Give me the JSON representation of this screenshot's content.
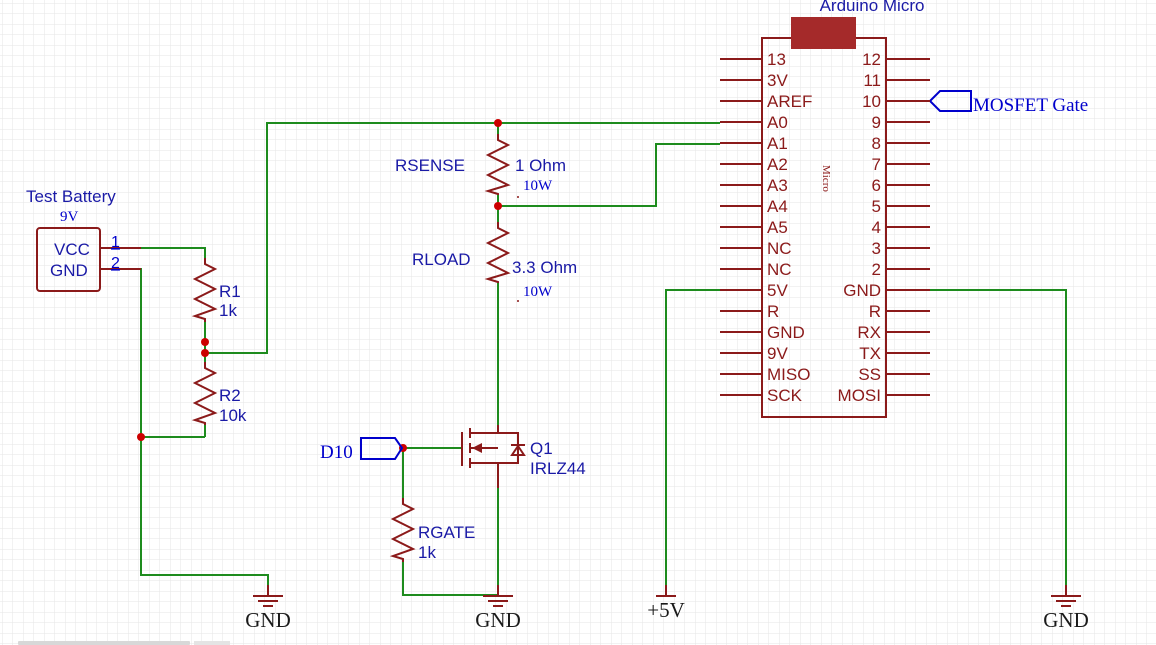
{
  "colors": {
    "background": "#ffffff",
    "grid": "#e4e4e4",
    "wire": "#1e8c1e",
    "component": "#8b1a1a",
    "junction": "#cc0000",
    "label_blue": "#1a1aa6",
    "net_blue": "#0000cc",
    "mcu_cap": "#a52a2a",
    "pin_text": "#8b1a1a"
  },
  "battery": {
    "ref": "Test Battery",
    "value": "9V",
    "pin1_name": "VCC",
    "pin2_name": "GND",
    "pin1_num": "1",
    "pin2_num": "2"
  },
  "resistors": {
    "r1": {
      "ref": "R1",
      "value": "1k"
    },
    "r2": {
      "ref": "R2",
      "value": "10k"
    },
    "rsense": {
      "ref": "RSENSE",
      "value": "1 Ohm",
      "power": "10W"
    },
    "rload": {
      "ref": "RLOAD",
      "value": "3.3 Ohm",
      "power": "10W"
    },
    "rgate": {
      "ref": "RGATE",
      "value": "1k"
    }
  },
  "mosfet": {
    "ref": "Q1",
    "value": "IRLZ44"
  },
  "ports": {
    "d10": "D10",
    "mosfet_gate": "MOSFET Gate"
  },
  "power": {
    "gnd_battery": "GND",
    "gnd_mosfet": "GND",
    "plus5v": "+5V",
    "gnd_mcu": "GND"
  },
  "mcu": {
    "title": "Arduino Micro",
    "body_text": "Micro",
    "left_pins": [
      "13",
      "3V",
      "AREF",
      "A0",
      "A1",
      "A2",
      "A3",
      "A4",
      "A5",
      "NC",
      "NC",
      "5V",
      "R",
      "GND",
      "9V",
      "MISO",
      "SCK"
    ],
    "right_pins": [
      "12",
      "11",
      "10",
      "9",
      "8",
      "7",
      "6",
      "5",
      "4",
      "3",
      "2",
      "GND",
      "R",
      "RX",
      "TX",
      "SS",
      "MOSI"
    ]
  }
}
